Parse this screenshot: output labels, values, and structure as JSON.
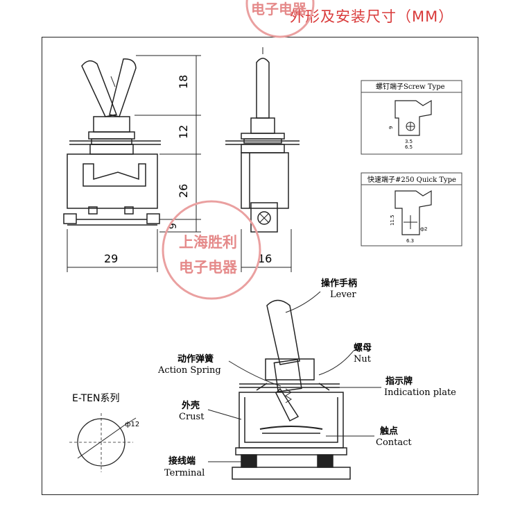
{
  "header": {
    "title": "外形及安装尺寸（MM）"
  },
  "watermark": {
    "line1": "上海胜利",
    "line2": "电子电器",
    "top_text": "电子电器",
    "color": "#e58a8a"
  },
  "dimensions": {
    "d18": "18",
    "d12": "12",
    "d26": "26",
    "d9": "9",
    "d29": "29",
    "d16": "16"
  },
  "screw_type": {
    "title": "螺钉端子Screw Type",
    "v9": "9",
    "v35": "3.5",
    "v65": "6.5"
  },
  "quick_type": {
    "title": "快速端子#250 Quick Type",
    "v115": "11.5",
    "v2": "ф2",
    "v63": "6.3"
  },
  "series": {
    "label": "E-TEN系列",
    "hole": "ф12"
  },
  "labels": {
    "lever_cn": "操作手柄",
    "lever_en": "Lever",
    "nut_cn": "螺母",
    "nut_en": "Nut",
    "plate_cn": "指示牌",
    "plate_en": "Indication plate",
    "spring_cn": "动作弹簧",
    "spring_en": "Action Spring",
    "crust_cn": "外壳",
    "crust_en": "Crust",
    "contact_cn": "触点",
    "contact_en": "Contact",
    "terminal_cn": "接线端",
    "terminal_en": "Terminal"
  },
  "colors": {
    "accent": "#d93a3a",
    "line": "#222222"
  }
}
